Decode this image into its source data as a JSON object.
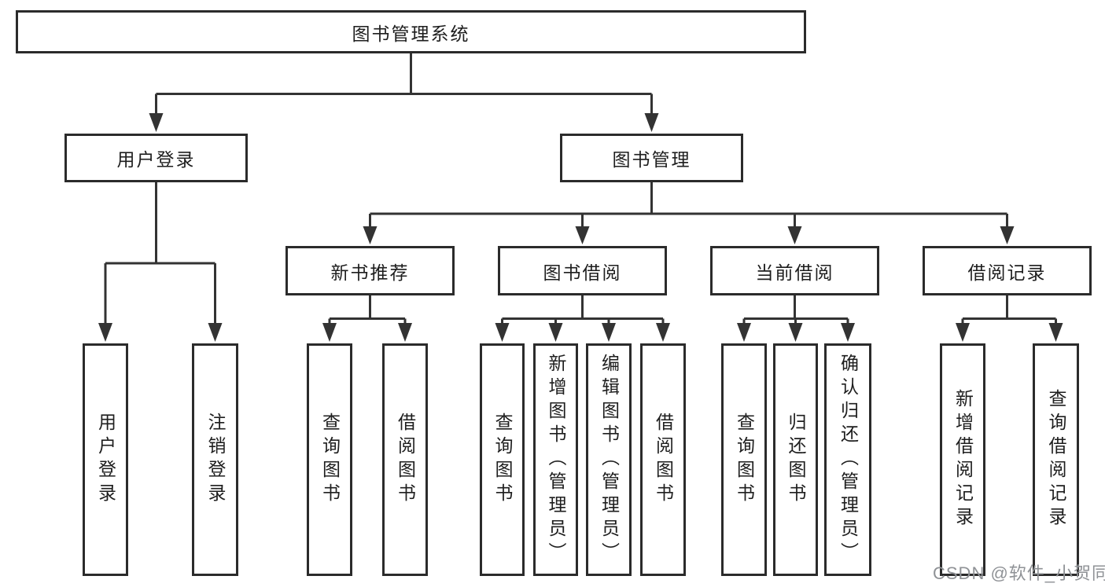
{
  "tree": {
    "root": {
      "label": "图书管理系统"
    },
    "branches": [
      {
        "label": "用户登录",
        "leaves": [
          {
            "label": "用户登录"
          },
          {
            "label": "注销登录"
          }
        ]
      },
      {
        "label": "图书管理",
        "groups": [
          {
            "label": "新书推荐",
            "leaves": [
              {
                "label": "查询图书"
              },
              {
                "label": "借阅图书"
              }
            ]
          },
          {
            "label": "图书借阅",
            "leaves": [
              {
                "label": "查询图书"
              },
              {
                "label": "新增图书（管理员）"
              },
              {
                "label": "编辑图书（管理员）"
              },
              {
                "label": "借阅图书"
              }
            ]
          },
          {
            "label": "当前借阅",
            "leaves": [
              {
                "label": "查询图书"
              },
              {
                "label": "归还图书"
              },
              {
                "label": "确认归还（管理员）"
              }
            ]
          },
          {
            "label": "借阅记录",
            "leaves": [
              {
                "label": "新增借阅记录"
              },
              {
                "label": "查询借阅记录"
              }
            ]
          }
        ]
      }
    ]
  },
  "watermark": "CSDN @软件_小贺同学",
  "colors": {
    "line": "#333333",
    "box_border": "#2b2b2b",
    "text": "#1e1e1e",
    "watermark": "#8f9296",
    "background": "#ffffff"
  }
}
